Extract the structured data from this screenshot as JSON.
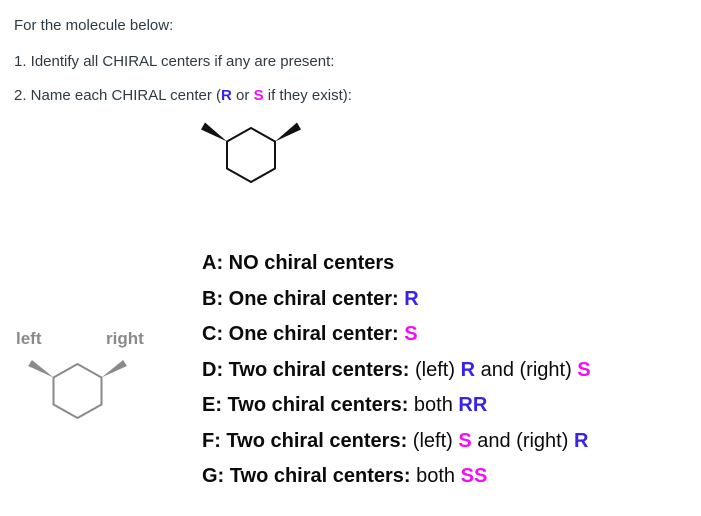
{
  "colors": {
    "background": "#ffffff",
    "heading_text": "#2D3B45",
    "options_text": "#0B0B0B",
    "r_blue": "#3722E8",
    "s_magenta": "#F50CF5",
    "molecule_black": "#111111",
    "molecule_gray": "#8A8A8A"
  },
  "instructions": {
    "line1": [
      {
        "text": "For the molecule below:",
        "style": "regular"
      }
    ],
    "line2": [
      {
        "text": "1. Identify all CHIRAL centers if any are present:",
        "style": "regular"
      }
    ],
    "line3": [
      {
        "text": "2. Name each CHIRAL center (",
        "style": "regular"
      },
      {
        "text": "R",
        "style": "r"
      },
      {
        "text": " or ",
        "style": "regular"
      },
      {
        "text": "S",
        "style": "s"
      },
      {
        "text": " if they exist):",
        "style": "regular"
      }
    ]
  },
  "main_molecule": {
    "structure": "cyclohexane ring with two bold wedge substituents at the upper-left and upper-right carbons"
  },
  "reference_molecule": {
    "structure": "gray cyclohexane ring with two bold wedge substituents, annotating which center is left and which is right",
    "left_label": "left",
    "right_label": "right"
  },
  "options": [
    {
      "id": "A",
      "segments": [
        {
          "text": "A: NO chiral centers",
          "style": "bold"
        }
      ]
    },
    {
      "id": "B",
      "segments": [
        {
          "text": "B: One chiral center: ",
          "style": "bold"
        },
        {
          "text": "R",
          "style": "r"
        }
      ]
    },
    {
      "id": "C",
      "segments": [
        {
          "text": "C: One chiral center: ",
          "style": "bold"
        },
        {
          "text": "S",
          "style": "s"
        }
      ]
    },
    {
      "id": "D",
      "segments": [
        {
          "text": "D: Two chiral centers: ",
          "style": "bold"
        },
        {
          "text": "(left) ",
          "style": "regular"
        },
        {
          "text": "R",
          "style": "r"
        },
        {
          "text": " and (right) ",
          "style": "regular"
        },
        {
          "text": "S",
          "style": "s"
        }
      ]
    },
    {
      "id": "E",
      "segments": [
        {
          "text": "E: Two chiral centers: ",
          "style": "bold"
        },
        {
          "text": "both ",
          "style": "regular"
        },
        {
          "text": "RR",
          "style": "r"
        }
      ]
    },
    {
      "id": "F",
      "segments": [
        {
          "text": "F: Two chiral centers: ",
          "style": "bold"
        },
        {
          "text": "(left) ",
          "style": "regular"
        },
        {
          "text": "S",
          "style": "s"
        },
        {
          "text": " and (right) ",
          "style": "regular"
        },
        {
          "text": "R",
          "style": "r"
        }
      ]
    },
    {
      "id": "G",
      "segments": [
        {
          "text": "G: Two chiral centers: ",
          "style": "bold"
        },
        {
          "text": "both ",
          "style": "regular"
        },
        {
          "text": "SS",
          "style": "s"
        }
      ]
    }
  ]
}
